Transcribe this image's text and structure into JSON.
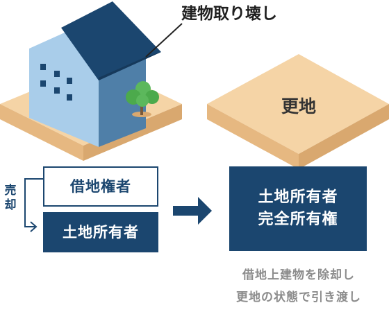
{
  "demolition_label": "建物取り壊し",
  "vacant_land_label": "更地",
  "sale_label": [
    "売",
    "却"
  ],
  "before": {
    "leaseholder": "借地権者",
    "landowner": "土地所有者"
  },
  "after": {
    "line1": "土地所有者",
    "line2": "完全所有権"
  },
  "caption": {
    "line1": "借地上建物を除却し",
    "line2": "更地の状態で引き渡し"
  },
  "colors": {
    "navy": "#1b466f",
    "land_top": "#f5d4a6",
    "land_side_left": "#e6b881",
    "land_side_right": "#d9a86f",
    "house_wall_front": "#a9cdea",
    "house_wall_side": "#4f7fa8",
    "house_roof": "#1b466f",
    "tree": "#5cb85c",
    "caption_gray": "#8c8c8c"
  }
}
